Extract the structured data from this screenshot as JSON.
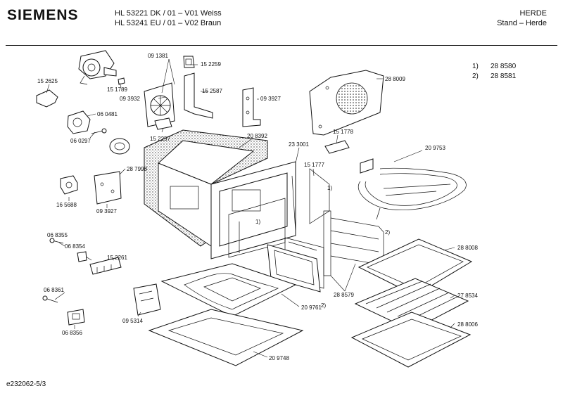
{
  "header": {
    "brand": "SIEMENS",
    "model_line_1": "HL 53221 DK / 01 – V01 Weiss",
    "model_line_2": "HL 53241 EU / 01 – V02 Braun",
    "category": "HERDE",
    "subcategory": "Stand – Herde"
  },
  "footnotes": [
    {
      "mark": "1)",
      "value": "28 8580"
    },
    {
      "mark": "2)",
      "value": "28 8581"
    }
  ],
  "labels": {
    "l091381": "09 1381",
    "l152259": "15 2259",
    "l152625": "15 2625",
    "l151789": "15 1789",
    "l093932": "09 3932",
    "l152587": "15 2587",
    "l093927a": "09 3927",
    "l288009": "28 8009",
    "l060481": "06 0481",
    "l060297": "06 0297",
    "l152257": "15 2257",
    "l208392": "20 8392",
    "l233001": "23 3001",
    "l151778": "15 1778",
    "l209753": "20 9753",
    "l151777": "15 1777",
    "l287998": "28 7998",
    "l165688": "16 5688",
    "l093927b": "09 3927",
    "l1a": "1)",
    "l1b": "1)",
    "l2a": "2)",
    "l2b": "2)",
    "l068355": "06 8355",
    "l068354": "06 8354",
    "l152261": "15 2261",
    "l288008": "28 8008",
    "l068361": "06 8361",
    "l288579": "28 8579",
    "l278534": "27 8534",
    "l209761": "20 9761",
    "l095314": "09 5314",
    "l288006": "28 8006",
    "l068356": "06 8356",
    "l209748": "20 9748"
  },
  "footer": {
    "doc_id": "e232062-5/3"
  }
}
